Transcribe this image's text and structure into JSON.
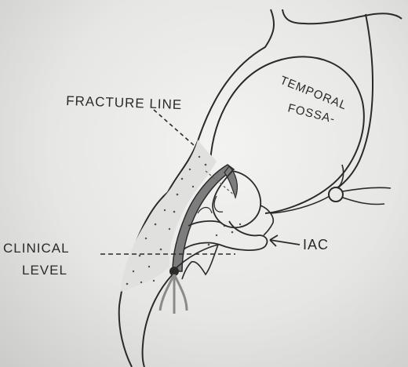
{
  "labels": {
    "fracture_line": "FRACTURE LINE",
    "temporal_line1": "TEMPORAL",
    "temporal_line2": "FOSSA-",
    "clinical_line1": "CLINICAL",
    "clinical_line2": "LEVEL",
    "iac": "IAC"
  },
  "colors": {
    "ink": "#2a2a2a",
    "shading": "#7d7d7d",
    "paper": "#efefed"
  }
}
